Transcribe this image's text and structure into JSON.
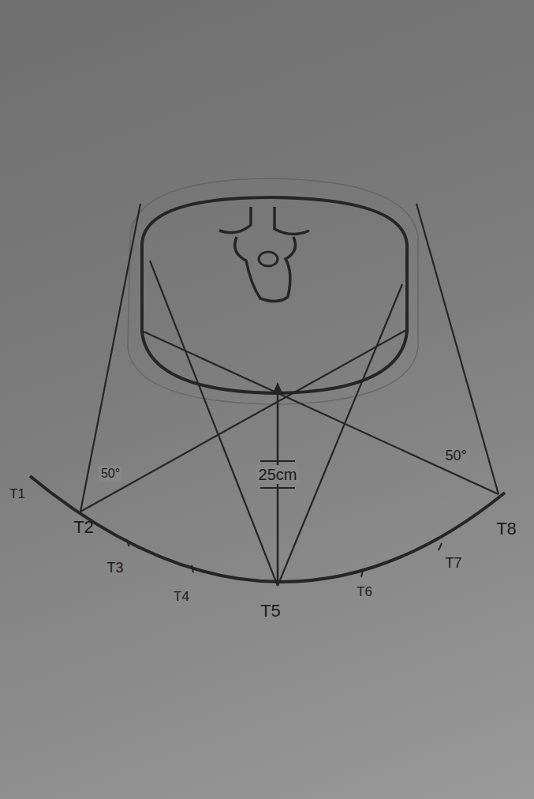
{
  "diagram": {
    "labels": [
      "T1",
      "T2",
      "T3",
      "T4",
      "T5",
      "T6",
      "T7",
      "T8",
      "50°",
      "50°",
      "25cm"
    ]
  }
}
